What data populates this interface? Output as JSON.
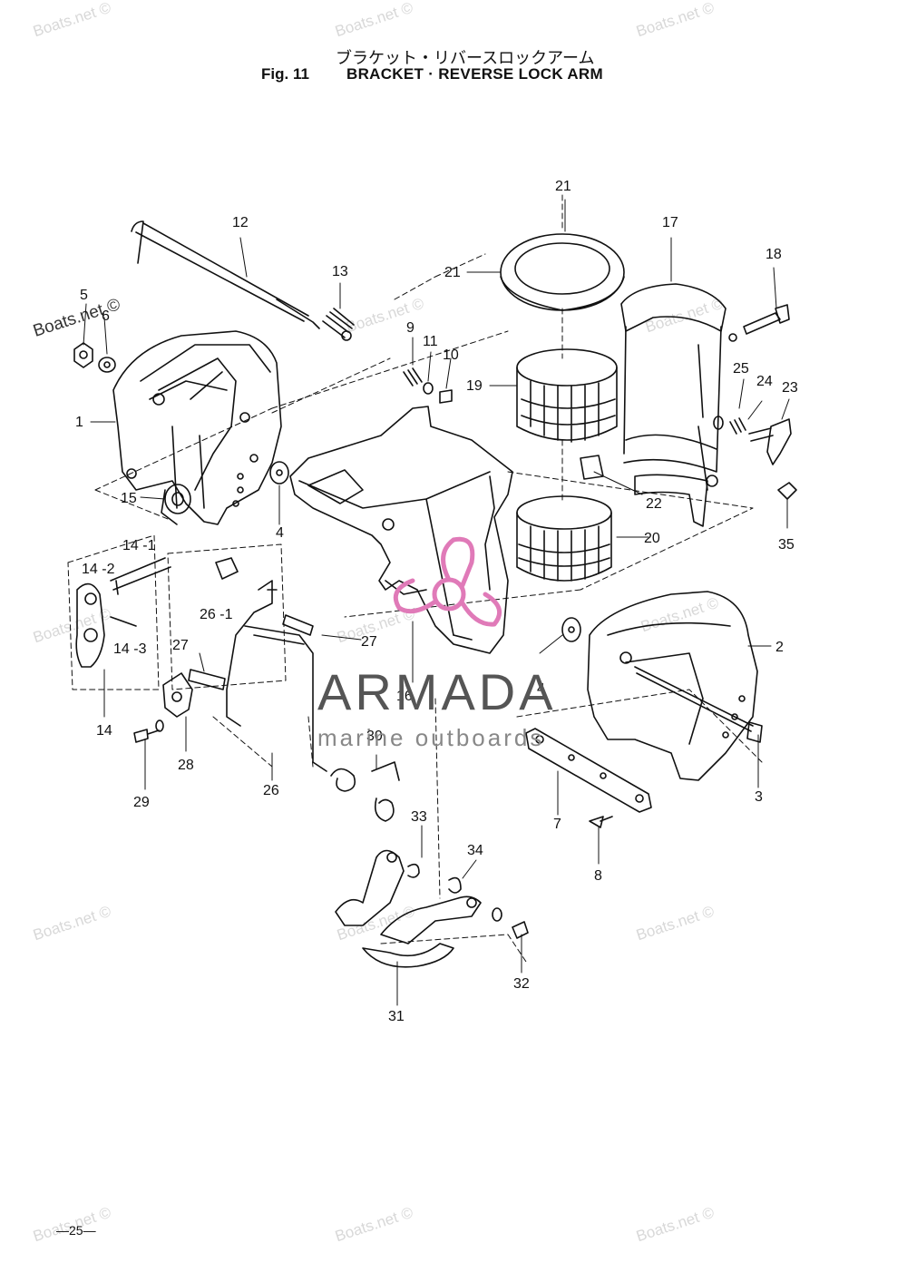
{
  "header": {
    "title_jp": "ブラケット・リバースロックアーム",
    "fig": "Fig. 11",
    "title_en": "BRACKET · REVERSE LOCK ARM"
  },
  "footer": {
    "page": "—25—"
  },
  "logo": {
    "name": "ARMADA",
    "tagline": "marine outboards",
    "accent": "#e07ab8"
  },
  "watermark": "Boats.net ©",
  "labels": [
    {
      "id": "l1",
      "text": "1"
    },
    {
      "id": "l2",
      "text": "2"
    },
    {
      "id": "l3",
      "text": "3"
    },
    {
      "id": "l4a",
      "text": "4"
    },
    {
      "id": "l4b",
      "text": "4"
    },
    {
      "id": "l5",
      "text": "5"
    },
    {
      "id": "l6",
      "text": "6"
    },
    {
      "id": "l7",
      "text": "7"
    },
    {
      "id": "l8",
      "text": "8"
    },
    {
      "id": "l9",
      "text": "9"
    },
    {
      "id": "l10",
      "text": "10"
    },
    {
      "id": "l11",
      "text": "11"
    },
    {
      "id": "l12",
      "text": "12"
    },
    {
      "id": "l13",
      "text": "13"
    },
    {
      "id": "l14",
      "text": "14"
    },
    {
      "id": "l14_1",
      "text": "14 -1"
    },
    {
      "id": "l14_2",
      "text": "14 -2"
    },
    {
      "id": "l14_3",
      "text": "14 -3"
    },
    {
      "id": "l15",
      "text": "15"
    },
    {
      "id": "l16",
      "text": "16"
    },
    {
      "id": "l17",
      "text": "17"
    },
    {
      "id": "l18",
      "text": "18"
    },
    {
      "id": "l19",
      "text": "19"
    },
    {
      "id": "l20",
      "text": "20"
    },
    {
      "id": "l21a",
      "text": "21"
    },
    {
      "id": "l21b",
      "text": "21"
    },
    {
      "id": "l22",
      "text": "22"
    },
    {
      "id": "l23",
      "text": "23"
    },
    {
      "id": "l24",
      "text": "24"
    },
    {
      "id": "l25",
      "text": "25"
    },
    {
      "id": "l26",
      "text": "26"
    },
    {
      "id": "l26_1",
      "text": "26 -1"
    },
    {
      "id": "l27a",
      "text": "27"
    },
    {
      "id": "l27b",
      "text": "27"
    },
    {
      "id": "l28",
      "text": "28"
    },
    {
      "id": "l29",
      "text": "29"
    },
    {
      "id": "l30",
      "text": "30"
    },
    {
      "id": "l31",
      "text": "31"
    },
    {
      "id": "l32",
      "text": "32"
    },
    {
      "id": "l33",
      "text": "33"
    },
    {
      "id": "l34",
      "text": "34"
    },
    {
      "id": "l35",
      "text": "35"
    }
  ]
}
